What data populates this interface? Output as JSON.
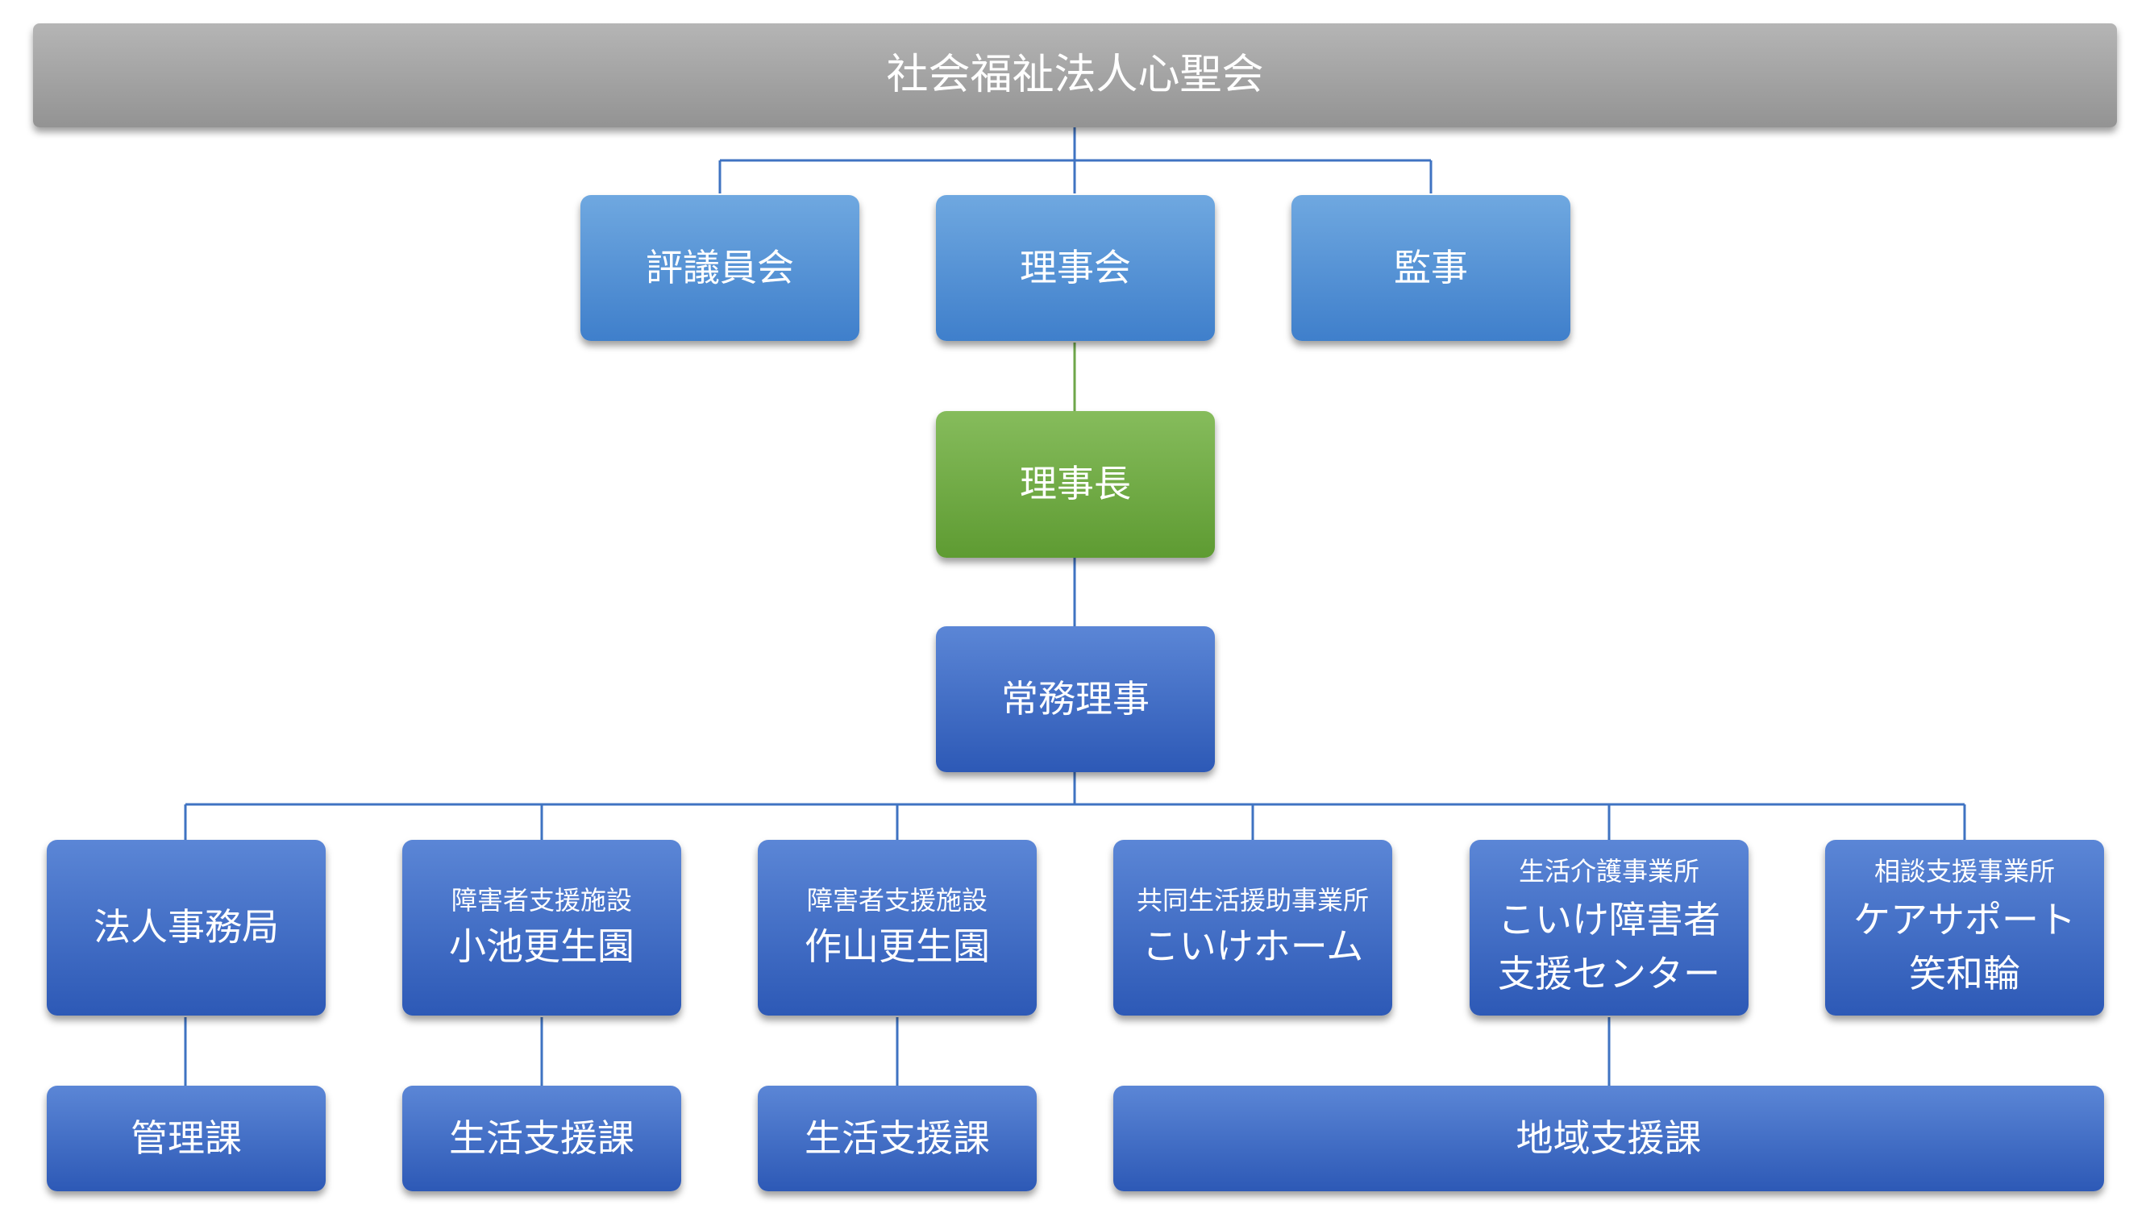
{
  "title": "社会福祉法人心聖会",
  "governance": {
    "council": "評議員会",
    "board": "理事会",
    "auditor": "監事"
  },
  "chairman": "理事長",
  "executive_director": "常務理事",
  "units": [
    {
      "sub": "",
      "name": "法人事務局"
    },
    {
      "sub": "障害者支援施設",
      "name": "小池更生園"
    },
    {
      "sub": "障害者支援施設",
      "name": "作山更生園"
    },
    {
      "sub": "共同生活援助事業所",
      "name": "こいけホーム"
    },
    {
      "sub": "生活介護事業所",
      "name_line1": "こいけ障害者",
      "name_line2": "支援センター"
    },
    {
      "sub": "相談支援事業所",
      "name_line1": "ケアサポート",
      "name_line2": "笑和輪"
    }
  ],
  "sections": {
    "admin": "管理課",
    "koike_life": "生活支援課",
    "sakuyama_life": "生活支援課",
    "community": "地域支援課"
  },
  "colors": {
    "top_bar": "#a6a6a6",
    "governance_blue": "#5a96d8",
    "chairman_green": "#72ab47",
    "unit_blue": "#416fc6",
    "connector": "#3f73c2",
    "connector_green": "#6ea64a"
  }
}
